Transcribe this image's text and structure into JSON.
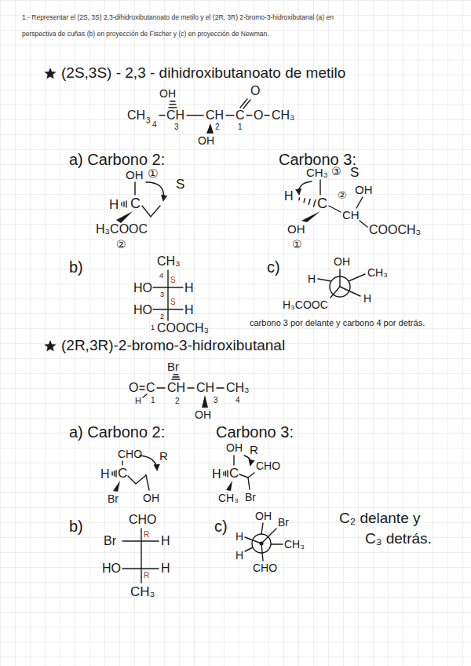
{
  "diagram": {
    "title": "1.- Representar el (2S, 3S) 2,3-dihidroxibutanoato de metilo y el (2R, 3R) 2-bromo-3-hidroxibutanal (a) en perspectiva de cuñas (b) en proyección de Fischer y (c) en proyección de Newman.",
    "labels": [
      "(2S,3S) - 2,3 - dihidroxibutanoato de metilo",
      "OH",
      "CH",
      "3",
      "4",
      "CH",
      "3",
      "CH",
      "2",
      "C",
      "1",
      "O",
      "O",
      "CH₃",
      "OH",
      "a) Carbono 2:",
      "Carbono 3:",
      "OH",
      "①",
      "S",
      "H",
      "C",
      "H₃COOC",
      "②",
      "CH₃",
      "③",
      "S",
      "H",
      "C",
      "②",
      "OH",
      "CH",
      "COOCH₃",
      "OH",
      "①",
      "b)",
      "CH₃",
      "4",
      "HO",
      "S",
      "H",
      "3",
      "HO",
      "S",
      "H",
      "2",
      "1",
      "COOCH₃",
      "c)",
      "OH",
      "H",
      "CH₃",
      "H₃COOC",
      "H",
      "carbono 3 por delante y carbono 4 por detrás.",
      "(2R,3R)-2-bromo-3-hidroxibutanal",
      "Br",
      "O",
      "C",
      "CH",
      "CH",
      "CH₃",
      "H",
      "1",
      "2",
      "3",
      "4",
      "OH",
      "a) Carbono 2:",
      "Carbono 3:",
      "CHO",
      "R",
      "H",
      "C",
      "Br",
      "OH",
      "OH",
      "R",
      "CHO",
      "H",
      "C",
      "CH₃",
      "Br",
      "b)",
      "CHO",
      "Br",
      "R",
      "H",
      "HO",
      "R",
      "H",
      "CH₃",
      "c)",
      "OH",
      "Br",
      "H",
      "CH₃",
      "H",
      "CHO",
      "C₂ delante y",
      "C₃ detrás."
    ]
  }
}
